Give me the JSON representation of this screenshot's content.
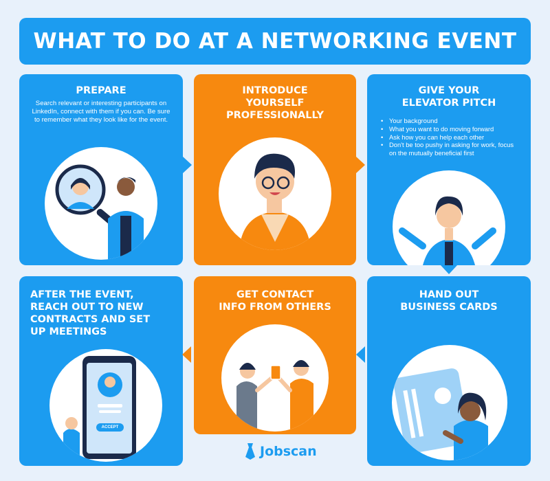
{
  "title": "WHAT TO DO AT A NETWORKING EVENT",
  "steps": {
    "prepare": {
      "heading": "PREPARE",
      "description": "Search relevant or interesting participants on LinkedIn, connect with them if you can. Be sure to remember what they look like for the event."
    },
    "introduce": {
      "heading": "INTRODUCE\nYOURSELF\nPROFESSIONALLY"
    },
    "pitch": {
      "heading": "GIVE YOUR\nELEVATOR PITCH",
      "bullets": [
        "Your background",
        "What you want to do moving forward",
        "Ask how you can help each other",
        "Don't be too pushy in asking for work, focus on the mutually beneficial first"
      ]
    },
    "after": {
      "heading": "AFTER THE EVENT,\nREACH OUT TO NEW\nCONTRACTS AND SET\nUP MEETINGS",
      "phone_button": "ACCEPT"
    },
    "contact": {
      "heading": "GET CONTACT\nINFO FROM OTHERS"
    },
    "cards": {
      "heading": "HAND OUT\nBUSINESS CARDS"
    }
  },
  "footer": {
    "brand": "Jobscan",
    "icon": "jobscan-tie-icon"
  },
  "colors": {
    "blue": "#1c9cf0",
    "orange": "#f7890f",
    "background": "#e8f1fb",
    "navy": "#1b2a4a",
    "skin": "#f6c7a0"
  }
}
